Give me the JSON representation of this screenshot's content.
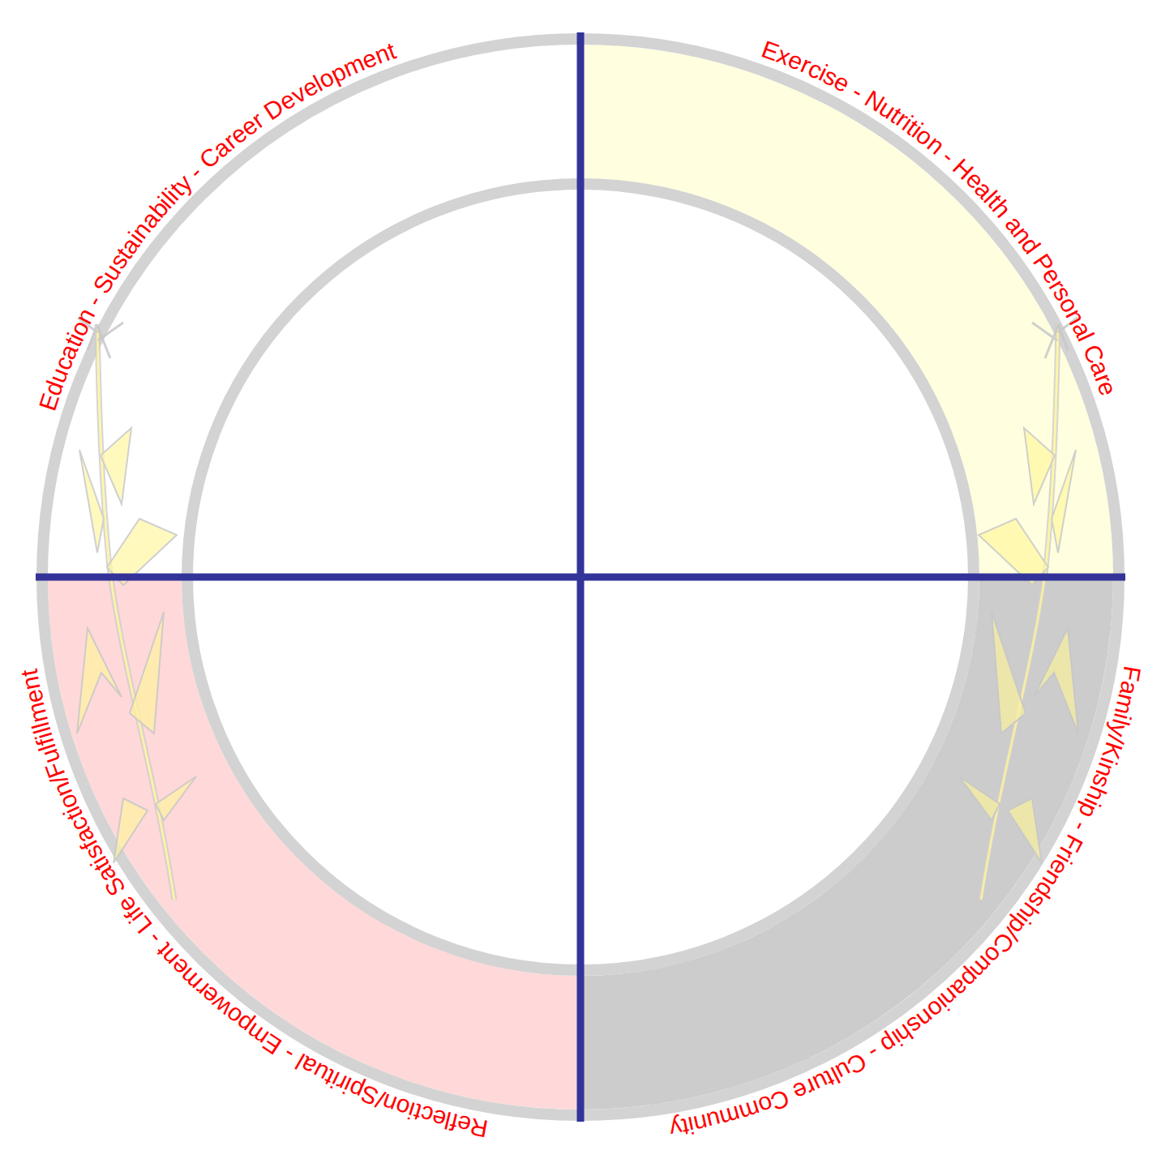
{
  "diagram": {
    "nodes": [
      {
        "text": [
          "Education - Sustainability - Career Development"
        ]
      },
      {
        "text": [
          "Exercise - Nutrition - Health and Personal Care"
        ]
      },
      {
        "text": [
          "Family/Kinship - Friendship/Companionship - Culture Community"
        ]
      },
      {
        "text": [
          "Reflection/Spiritual - Empowerment - Life Satisfaction/Fulfillment"
        ]
      }
    ]
  }
}
